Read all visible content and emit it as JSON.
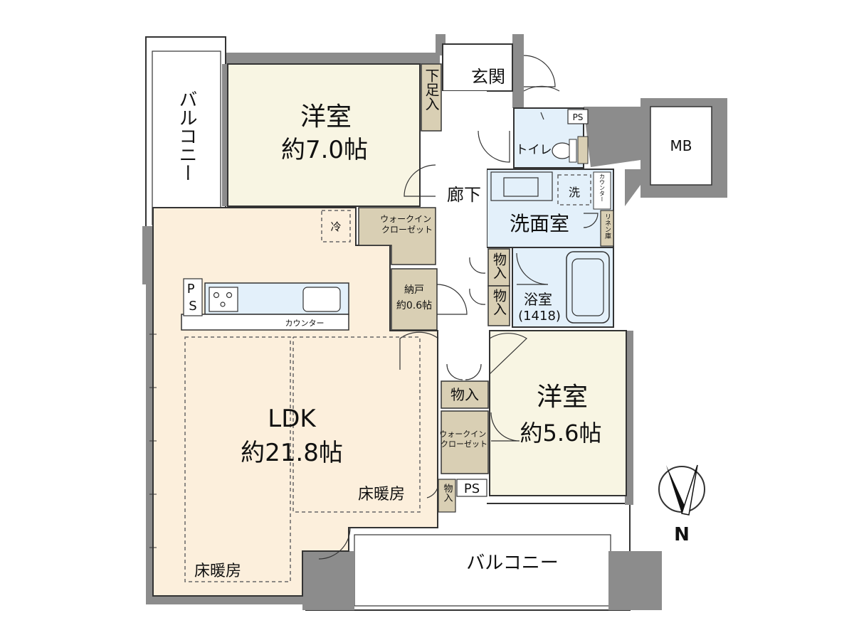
{
  "labels": {
    "balcony_west": "バルコニー",
    "balcony_south": "バルコニー",
    "western_room_1": "洋室",
    "western_room_1_size": "約7.0帖",
    "western_room_2": "洋室",
    "western_room_2_size": "約5.6帖",
    "entrance": "玄関",
    "shoe_box": "下足入",
    "toilet": "トイレ",
    "ps_top": "PS",
    "mb": "MB",
    "corridor": "廊下",
    "washroom": "洗面室",
    "washer": "洗",
    "counter_small": "カウンター",
    "linen": "リネン庫",
    "walkin_closet_1": "ウォークイン\nクローゼット",
    "fridge": "冷",
    "storage_room": "納戸",
    "storage_room_size": "約0.6帖",
    "closet_1": "物入",
    "closet_2": "物入",
    "bathroom": "浴室",
    "bathroom_size": "(1418)",
    "ps_kitchen": "PS",
    "counter": "カウンター",
    "closet_3": "物入",
    "walkin_closet_2": "ウォークイン\nクローゼット",
    "closet_small": "物入",
    "ps_bottom": "PS",
    "ldk": "LDK",
    "ldk_size": "約21.8帖",
    "floor_heating_1": "床暖房",
    "floor_heating_2": "床暖房",
    "north": "N"
  },
  "colors": {
    "western_room": "#f8f5e3",
    "ldk": "#fcefdc",
    "wet_area": "#e3f0fa",
    "storage": "#d9cfb4",
    "wall": "#8c8c8c"
  }
}
